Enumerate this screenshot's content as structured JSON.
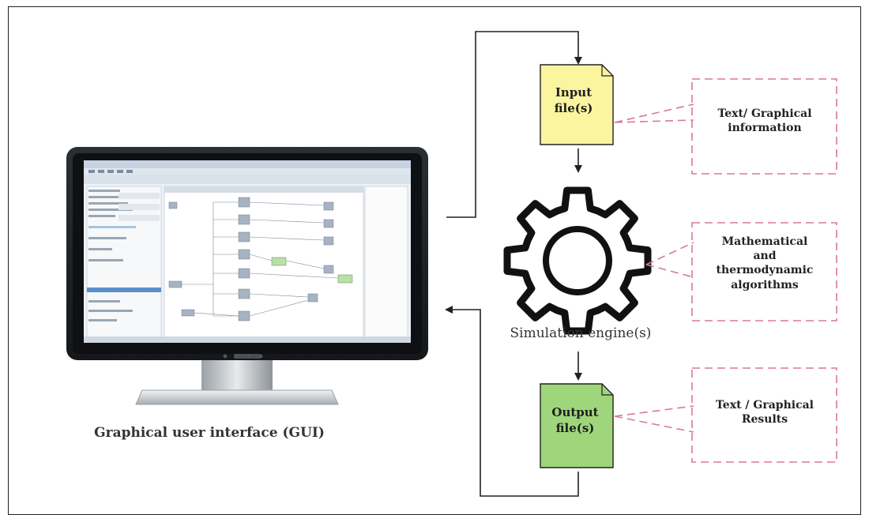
{
  "gui": {
    "label": "Graphical user interface (GUI)"
  },
  "input_file": {
    "label": "Input\nfile(s)",
    "fill": "#fbf5a0"
  },
  "output_file": {
    "label": "Output\nfile(s)",
    "fill": "#9fd67b"
  },
  "engine": {
    "label": "Simulation engine(s)"
  },
  "notes": {
    "input": "Text/ Graphical\ninformation",
    "engine": "Mathematical\nand\nthermodynamic\nalgorithms",
    "output": "Text / Graphical\nResults"
  },
  "colors": {
    "note_border": "#d97a93",
    "line": "#222222",
    "monitor": "#1d1f23"
  },
  "icons": [
    "desktop-monitor-icon",
    "gear-icon",
    "document-icon"
  ]
}
